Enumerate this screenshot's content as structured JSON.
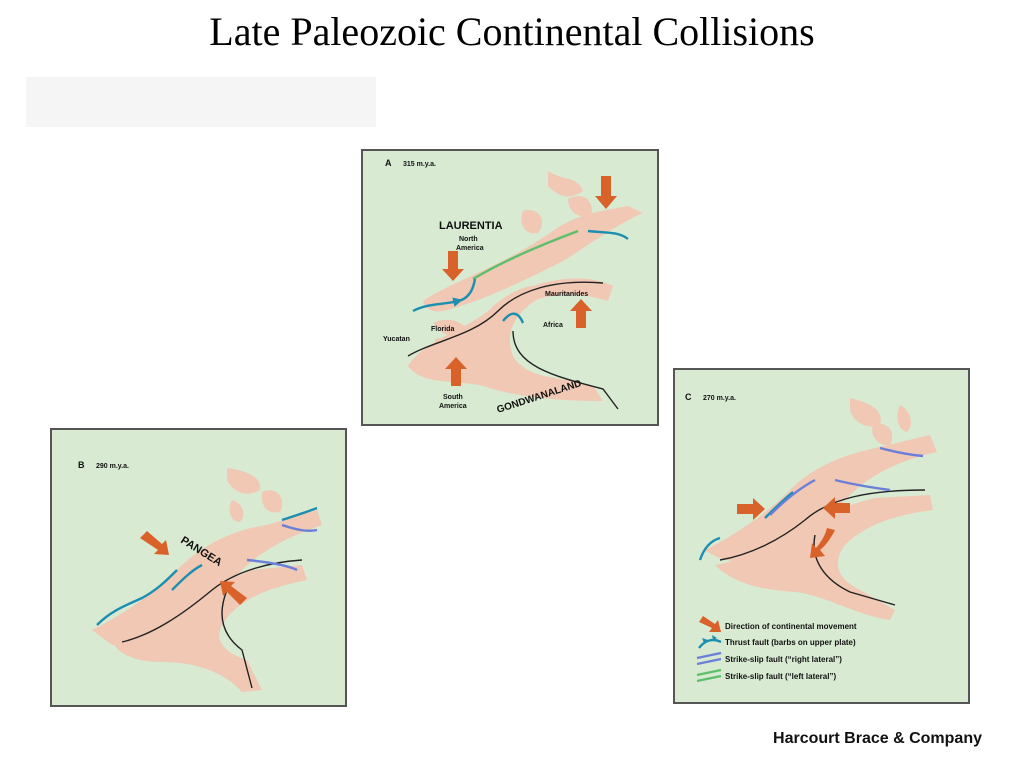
{
  "title": "Late Paleozoic Continental Collisions",
  "credit": "Harcourt Brace & Company",
  "colors": {
    "background": "#d9ead3",
    "landmass": "#f0c8b4",
    "thrust_fault": "#1a8fb0",
    "right_lateral": "#6a7fd8",
    "left_lateral": "#5cbf6a",
    "movement_arrow": "#d9622a"
  },
  "panels": {
    "a": {
      "letter": "A",
      "age": "315 m.y.a.",
      "labels": {
        "laurentia": "LAURENTIA",
        "north_america_1": "North",
        "north_america_2": "America",
        "mauritanides": "Mauritanides",
        "florida": "Florida",
        "africa": "Africa",
        "yucatan": "Yucatan",
        "south_america_1": "South",
        "south_america_2": "America",
        "gondwanaland": "GONDWANALAND"
      }
    },
    "b": {
      "letter": "B",
      "age": "290 m.y.a.",
      "labels": {
        "pangea": "PANGEA"
      }
    },
    "c": {
      "letter": "C",
      "age": "270 m.y.a."
    }
  },
  "legend": [
    {
      "icon": "movement-arrow-icon",
      "label": "Direction of continental movement"
    },
    {
      "icon": "thrust-fault-icon",
      "label": "Thrust fault (barbs on upper plate)"
    },
    {
      "icon": "right-lateral-fault-icon",
      "label": "Strike-slip fault (“right lateral”)"
    },
    {
      "icon": "left-lateral-fault-icon",
      "label": "Strike-slip fault (“left lateral”)"
    }
  ]
}
